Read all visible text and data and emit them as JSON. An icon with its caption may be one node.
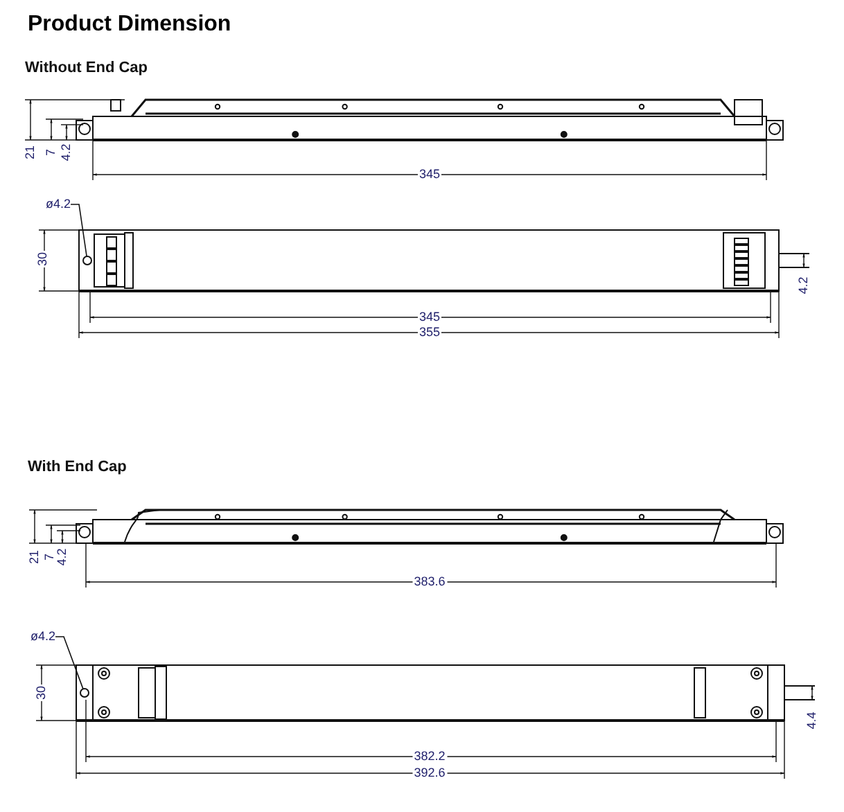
{
  "diagram": {
    "title": "Product Dimension",
    "nodes": [
      {
        "text": [
          "ø4.2"
        ]
      },
      {
        "text": [],
        "shape": "circle"
      },
      {
        "text": [
          "ø4.2"
        ]
      },
      {
        "text": [],
        "shape": "circle"
      }
    ],
    "edges": [
      {
        "from": 0,
        "to": 1,
        "arrow": "none"
      },
      {
        "from": 2,
        "to": 3,
        "arrow": "none"
      }
    ],
    "labels": [
      "Without End Cap",
      "21",
      "7",
      "4.2",
      "345",
      "30",
      "4.2",
      "345",
      "355",
      "With End Cap",
      "21",
      "7",
      "4.2",
      "383.6",
      "30",
      "382.2",
      "392.6",
      "4.4"
    ]
  }
}
